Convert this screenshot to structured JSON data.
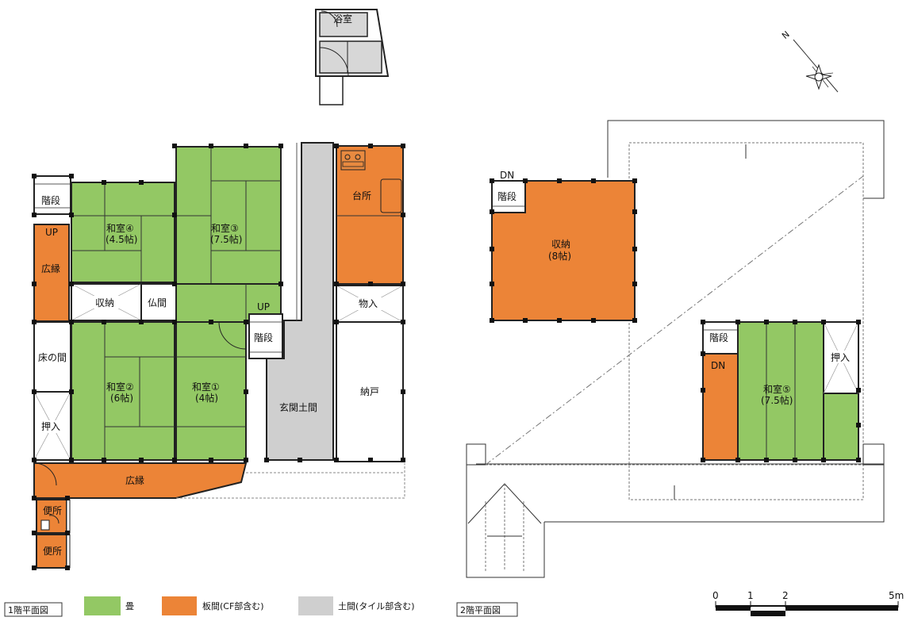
{
  "colors": {
    "tatami": "#93c864",
    "wood": "#ec8437",
    "doma": "#cfcfcf",
    "wall": "#222222",
    "post": "#111111"
  },
  "rooms": {
    "bath": "浴室",
    "washitsu4_name": "和室④",
    "washitsu4_size": "(4.5帖)",
    "washitsu3_name": "和室③",
    "washitsu3_size": "(7.5帖)",
    "washitsu2_name": "和室②",
    "washitsu2_size": "(6帖)",
    "washitsu1_name": "和室①",
    "washitsu1_size": "(4帖)",
    "kitchen": "台所",
    "closet": "収納",
    "butsuma": "仏間",
    "monoire": "物入",
    "tokonoma": "床の間",
    "oshiire": "押入",
    "nando": "納戸",
    "genkan": "玄関土間",
    "hiroen": "広縁",
    "benjo": "便所",
    "kaidan": "階段",
    "up": "UP",
    "dn": "DN",
    "storage2f_name": "収納",
    "storage2f_size": "(8帖)",
    "washitsu5_name": "和室⑤",
    "washitsu5_size": "(7.5帖)"
  },
  "legend": {
    "floor1": "1階平面図",
    "tatami": "畳",
    "wood": "板間(CF部含む)",
    "doma": "土間(タイル部含む)",
    "floor2": "2階平面図"
  },
  "scale": {
    "t0": "0",
    "t1": "1",
    "t2": "2",
    "t5": "5m"
  },
  "compass": {
    "north": "N"
  }
}
